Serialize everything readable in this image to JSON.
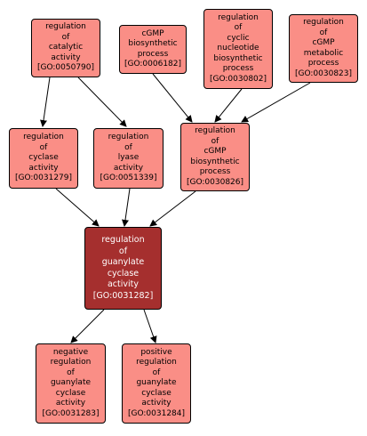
{
  "nodes": {
    "catalytic": {
      "label": "regulation\nof\ncatalytic\nactivity",
      "id": "[GO:0050790]"
    },
    "cgmp_bio": {
      "label": "cGMP\nbiosynthetic\nprocess",
      "id": "[GO:0006182]"
    },
    "cyclic_nuc": {
      "label": "regulation\nof\ncyclic\nnucleotide\nbiosynthetic\nprocess",
      "id": "[GO:0030802]"
    },
    "cgmp_meta": {
      "label": "regulation\nof\ncGMP\nmetabolic\nprocess",
      "id": "[GO:0030823]"
    },
    "cyclase": {
      "label": "regulation\nof\ncyclase\nactivity",
      "id": "[GO:0031279]"
    },
    "lyase": {
      "label": "regulation\nof\nlyase\nactivity",
      "id": "[GO:0051339]"
    },
    "cgmp_reg": {
      "label": "regulation\nof\ncGMP\nbiosynthetic\nprocess",
      "id": "[GO:0030826]"
    },
    "guanylate": {
      "label": "regulation\nof\nguanylate\ncyclase\nactivity",
      "id": "[GO:0031282]"
    },
    "negative": {
      "label": "negative\nregulation\nof\nguanylate\ncyclase\nactivity",
      "id": "[GO:0031283]"
    },
    "positive": {
      "label": "positive\nregulation\nof\nguanylate\ncyclase\nactivity",
      "id": "[GO:0031284]"
    }
  },
  "colors": {
    "node_fill": "#fa8e86",
    "focus_fill": "#a52f2e",
    "focus_text": "#ffffff",
    "edge": "#000000"
  }
}
